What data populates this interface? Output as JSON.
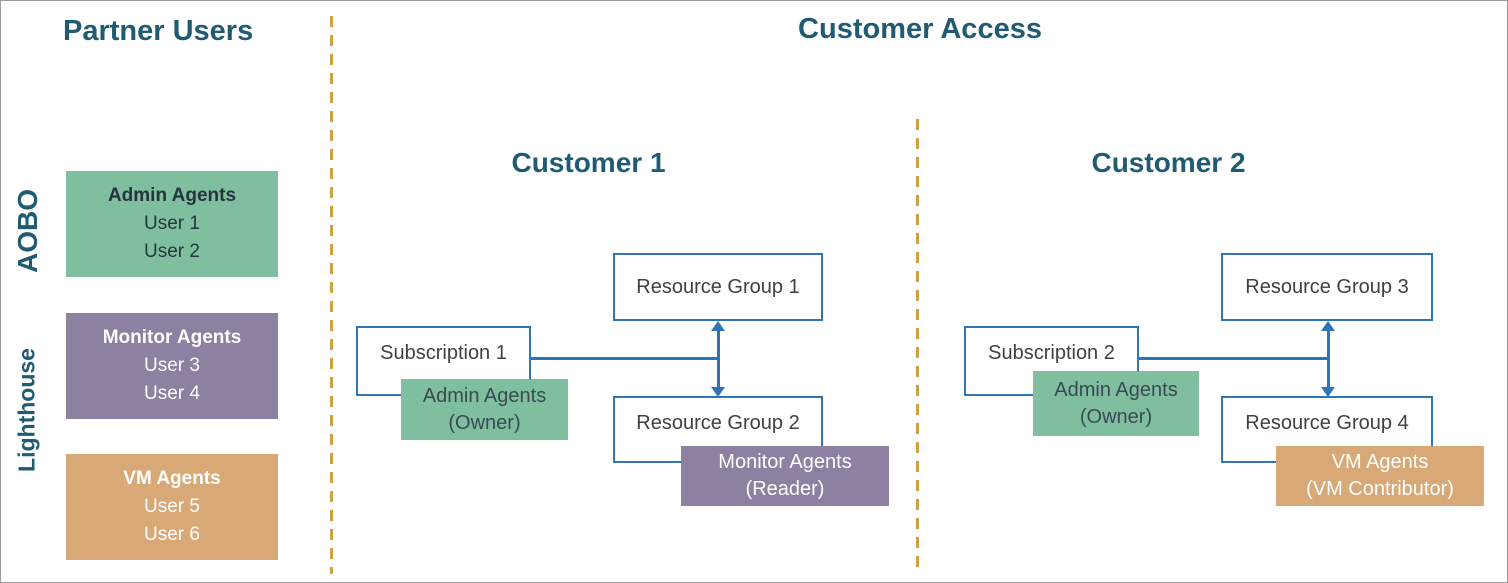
{
  "headers": {
    "partner_users": "Partner Users",
    "customer_access": "Customer Access"
  },
  "side_labels": {
    "aobo": "AOBO",
    "lighthouse": "Lighthouse"
  },
  "partner_groups": [
    {
      "name": "Admin Agents",
      "users": [
        "User 1",
        "User 2"
      ],
      "color": "#7FBFA0"
    },
    {
      "name": "Monitor Agents",
      "users": [
        "User 3",
        "User 4"
      ],
      "color": "#8D80A0"
    },
    {
      "name": "VM Agents",
      "users": [
        "User 5",
        "User 6"
      ],
      "color": "#D9A877"
    }
  ],
  "customers": [
    {
      "title": "Customer 1",
      "subscription": {
        "label": "Subscription 1"
      },
      "subscription_role": {
        "name": "Admin Agents",
        "scope": "(Owner)"
      },
      "resource_groups": [
        "Resource Group 1",
        "Resource Group 2"
      ],
      "resource_group_role": {
        "name": "Monitor Agents",
        "scope": "(Reader)"
      }
    },
    {
      "title": "Customer 2",
      "subscription": {
        "label": "Subscription 2"
      },
      "subscription_role": {
        "name": "Admin Agents",
        "scope": "(Owner)"
      },
      "resource_groups": [
        "Resource Group 3",
        "Resource Group 4"
      ],
      "resource_group_role": {
        "name": "VM Agents",
        "scope": "(VM Contributor)"
      }
    }
  ],
  "colors": {
    "heading": "#1F5B73",
    "connector_blue": "#2E75B6",
    "green": "#7FBFA0",
    "purple": "#8D80A0",
    "tan": "#D9A877",
    "divider_gold": "#CFA23F"
  }
}
